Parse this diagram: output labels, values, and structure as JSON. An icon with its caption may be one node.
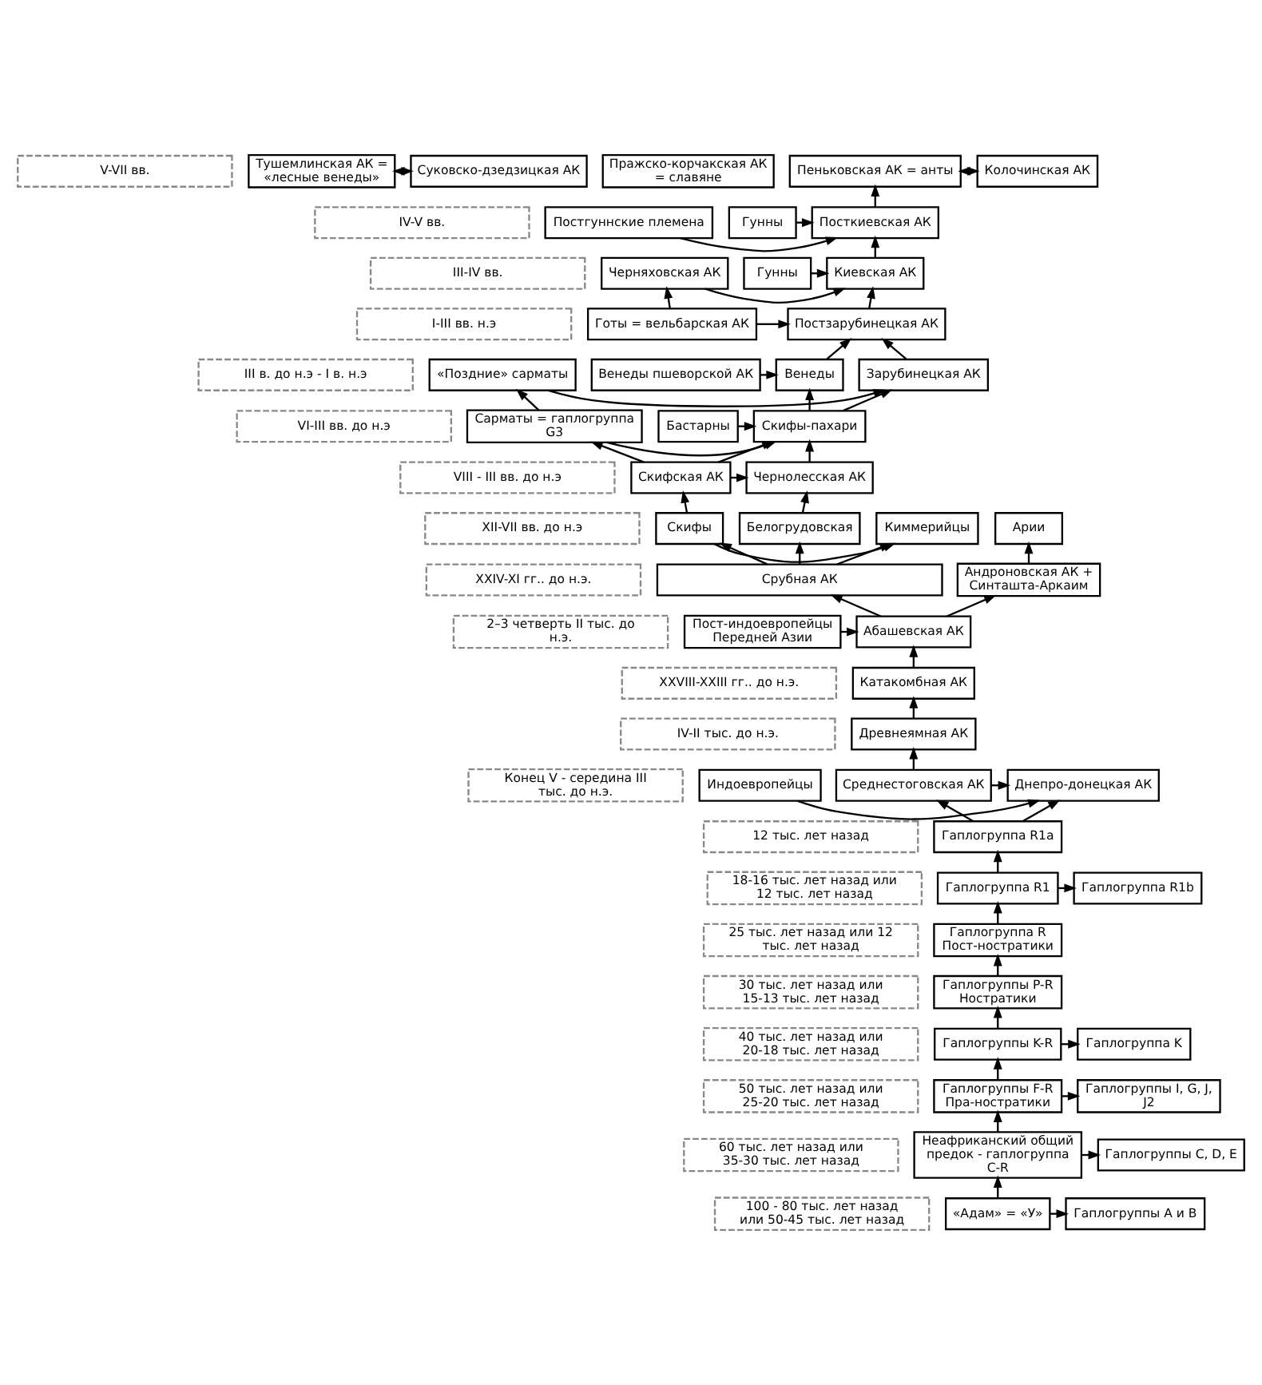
{
  "diagram": {
    "nodes": [
      {
        "text": [
          "V-VII вв."
        ]
      },
      {
        "text": [
          "IV-V вв."
        ]
      },
      {
        "text": [
          "III-IV вв."
        ]
      },
      {
        "text": [
          "I-III вв. н.э"
        ]
      },
      {
        "text": [
          "III в. до н.э - I в. н.э"
        ]
      },
      {
        "text": [
          "VI-III вв. до н.э"
        ]
      },
      {
        "text": [
          "VIII - III вв. до н.э"
        ]
      },
      {
        "text": [
          "XII-VII вв. до н.э"
        ]
      },
      {
        "text": [
          "XXIV-XI гг.. до н.э."
        ]
      },
      {
        "text": [
          "2–3 четверть II тыс. до н.э."
        ]
      },
      {
        "text": [
          "XXVIII-XXIII гг.. до н.э."
        ]
      },
      {
        "text": [
          "IV-II тыс. до н.э."
        ]
      },
      {
        "text": [
          "Конец V - середина III тыс. до н.э."
        ]
      },
      {
        "text": [
          "12 тыс. лет назад"
        ]
      },
      {
        "text": [
          "18-16 тыс. лет назад или 12 тыс. лет назад"
        ]
      },
      {
        "text": [
          "25 тыс. лет назад или 12 тыс. лет назад"
        ]
      },
      {
        "text": [
          "30 тыс. лет назад или 15-13 тыс. лет назад"
        ]
      },
      {
        "text": [
          "40 тыс. лет назад или 20-18 тыс. лет назад"
        ]
      },
      {
        "text": [
          "50 тыс. лет назад или 25-20 тыс. лет назад"
        ]
      },
      {
        "text": [
          "60 тыс. лет назад или 35-30 тыс. лет назад"
        ]
      },
      {
        "text": [
          "100 - 80 тыс. лет назад или 50-45 тыс. лет назад"
        ]
      },
      {
        "text": [
          "Суковско-дзедзицкая АК"
        ]
      },
      {
        "text": [
          "Тушемлинская АК = «лесные венеды»"
        ]
      },
      {
        "text": [
          "Пражско-корчакская АК = славяне"
        ]
      },
      {
        "text": [
          "Пеньковская АК = анты"
        ]
      },
      {
        "text": [
          "Колочинская АК"
        ]
      },
      {
        "text": [
          "Гунны"
        ]
      },
      {
        "text": [
          "Посткиевская АК"
        ]
      },
      {
        "text": [
          "Постгуннские племена"
        ]
      },
      {
        "text": [
          "Черняховская АК"
        ]
      },
      {
        "text": [
          "Киевская АК"
        ]
      },
      {
        "text": [
          "Гунны"
        ]
      },
      {
        "text": [
          "Готы = вельбарская АК"
        ]
      },
      {
        "text": [
          "Постзарубинецкая АК"
        ]
      },
      {
        "text": [
          "«Поздние» сарматы"
        ]
      },
      {
        "text": [
          "Зарубинецкая АК"
        ]
      },
      {
        "text": [
          "Венеды"
        ]
      },
      {
        "text": [
          "Венеды пшеворской АК"
        ]
      },
      {
        "text": [
          "Сарматы = гаплогруппа G3"
        ]
      },
      {
        "text": [
          "Скифы-пахари"
        ]
      },
      {
        "text": [
          "Бастарны"
        ]
      },
      {
        "text": [
          "Скифская АК"
        ]
      },
      {
        "text": [
          "Чернолесская АК"
        ]
      },
      {
        "text": [
          "Киммерийцы"
        ]
      },
      {
        "text": [
          "Скифы"
        ]
      },
      {
        "text": [
          "Белогрудовская"
        ]
      },
      {
        "text": [
          "Арии"
        ]
      },
      {
        "text": [
          "Срубная АК"
        ]
      },
      {
        "text": [
          "Андроновская АК + Синташта-Аркаим"
        ]
      },
      {
        "text": [
          "Пост-индоевропейцы Передней Азии"
        ]
      },
      {
        "text": [
          "Абашевская АК"
        ]
      },
      {
        "text": [
          "Катакомбная АК"
        ]
      },
      {
        "text": [
          "Древнеямная АК"
        ]
      },
      {
        "text": [
          "Индоевропейцы"
        ]
      },
      {
        "text": [
          "Днепро-донецкая АК"
        ]
      },
      {
        "text": [
          "Среднестоговская АК"
        ]
      },
      {
        "text": [
          "Гаплогруппа R1a"
        ]
      },
      {
        "text": [
          "Гаплогруппа R1"
        ]
      },
      {
        "text": [
          "Гаплогруппа R1b"
        ]
      },
      {
        "text": [
          "Гаплогруппа R Пост-ностратики"
        ]
      },
      {
        "text": [
          "Гаплогруппы P-R Ностратики"
        ]
      },
      {
        "text": [
          "Гаплогруппы K-R"
        ]
      },
      {
        "text": [
          "Гаплогруппа K"
        ]
      },
      {
        "text": [
          "Гаплогруппы F-R Пра-ностратики"
        ]
      },
      {
        "text": [
          "Гаплогруппы I, G, J, J2"
        ]
      },
      {
        "text": [
          "Неафриканский общий предок - гаплогруппа C-R"
        ]
      },
      {
        "text": [
          "Гаплогруппы C, D, E"
        ]
      },
      {
        "text": [
          "«Адам» = «У»"
        ]
      },
      {
        "text": [
          "Гаплогруппы A и B"
        ]
      }
    ],
    "edges": [
      {
        "from": 22,
        "to": 21,
        "arrow": "both"
      },
      {
        "from": 24,
        "to": 25,
        "arrow": "both"
      },
      {
        "from": 27,
        "to": 24,
        "arrow": "to"
      },
      {
        "from": 26,
        "to": 27,
        "arrow": "to"
      },
      {
        "from": 28,
        "to": 27,
        "arrow": "to"
      },
      {
        "from": 30,
        "to": 27,
        "arrow": "to"
      },
      {
        "from": 29,
        "to": 30,
        "arrow": "to"
      },
      {
        "from": 31,
        "to": 30,
        "arrow": "to"
      },
      {
        "from": 33,
        "to": 30,
        "arrow": "to"
      },
      {
        "from": 32,
        "to": 29,
        "arrow": "to"
      },
      {
        "from": 32,
        "to": 33,
        "arrow": "to"
      },
      {
        "from": 34,
        "to": 35,
        "arrow": "to"
      },
      {
        "from": 35,
        "to": 33,
        "arrow": "to"
      },
      {
        "from": 36,
        "to": 33,
        "arrow": "to"
      },
      {
        "from": 37,
        "to": 36,
        "arrow": "to"
      },
      {
        "from": 38,
        "to": 39,
        "arrow": "to"
      },
      {
        "from": 38,
        "to": 34,
        "arrow": "to"
      },
      {
        "from": 39,
        "to": 35,
        "arrow": "to"
      },
      {
        "from": 39,
        "to": 36,
        "arrow": "to"
      },
      {
        "from": 40,
        "to": 39,
        "arrow": "to"
      },
      {
        "from": 41,
        "to": 42,
        "arrow": "to"
      },
      {
        "from": 41,
        "to": 38,
        "arrow": "to"
      },
      {
        "from": 41,
        "to": 39,
        "arrow": "to"
      },
      {
        "from": 42,
        "to": 39,
        "arrow": "to"
      },
      {
        "from": 44,
        "to": 43,
        "arrow": "to"
      },
      {
        "from": 44,
        "to": 41,
        "arrow": "to"
      },
      {
        "from": 45,
        "to": 42,
        "arrow": "to"
      },
      {
        "from": 47,
        "to": 43,
        "arrow": "to"
      },
      {
        "from": 47,
        "to": 44,
        "arrow": "to"
      },
      {
        "from": 47,
        "to": 45,
        "arrow": "to"
      },
      {
        "from": 48,
        "to": 46,
        "arrow": "to"
      },
      {
        "from": 50,
        "to": 47,
        "arrow": "to"
      },
      {
        "from": 50,
        "to": 48,
        "arrow": "to"
      },
      {
        "from": 49,
        "to": 50,
        "arrow": "to"
      },
      {
        "from": 51,
        "to": 50,
        "arrow": "to"
      },
      {
        "from": 52,
        "to": 51,
        "arrow": "to"
      },
      {
        "from": 55,
        "to": 52,
        "arrow": "to"
      },
      {
        "from": 53,
        "to": 54,
        "arrow": "to"
      },
      {
        "from": 55,
        "to": 54,
        "arrow": "to"
      },
      {
        "from": 56,
        "to": 54,
        "arrow": "to"
      },
      {
        "from": 56,
        "to": 55,
        "arrow": "to"
      },
      {
        "from": 57,
        "to": 56,
        "arrow": "to"
      },
      {
        "from": 57,
        "to": 58,
        "arrow": "to"
      },
      {
        "from": 59,
        "to": 57,
        "arrow": "to"
      },
      {
        "from": 60,
        "to": 59,
        "arrow": "to"
      },
      {
        "from": 61,
        "to": 60,
        "arrow": "to"
      },
      {
        "from": 61,
        "to": 62,
        "arrow": "to"
      },
      {
        "from": 63,
        "to": 61,
        "arrow": "to"
      },
      {
        "from": 63,
        "to": 64,
        "arrow": "to"
      },
      {
        "from": 65,
        "to": 63,
        "arrow": "to"
      },
      {
        "from": 65,
        "to": 66,
        "arrow": "to"
      },
      {
        "from": 67,
        "to": 65,
        "arrow": "to"
      },
      {
        "from": 67,
        "to": 68,
        "arrow": "to"
      }
    ]
  }
}
